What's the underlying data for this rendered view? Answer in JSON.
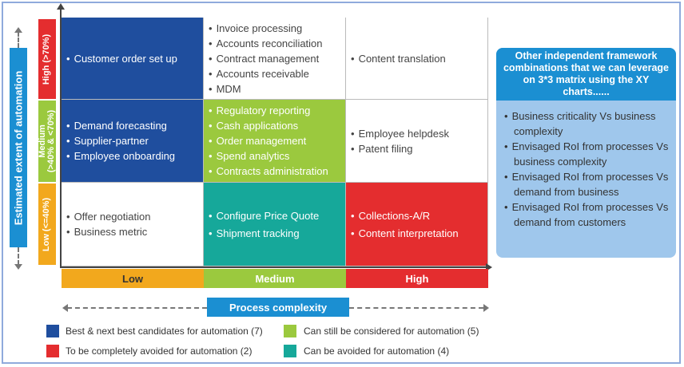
{
  "y_axis": {
    "title": "Estimated extent of automation"
  },
  "x_axis": {
    "title": "Process complexity"
  },
  "rows": [
    {
      "label": "High (>70%)",
      "color": "#e42d2f"
    },
    {
      "label_line1": "Medium",
      "label_line2": "(>40% & <70%)",
      "color": "#9bc93e"
    },
    {
      "label": "Low (<=40%)",
      "color": "#f2a81d"
    }
  ],
  "columns": [
    {
      "label": "Low",
      "color": "#f2a81d"
    },
    {
      "label": "Medium",
      "color": "#9bc93e"
    },
    {
      "label": "High",
      "color": "#e42d2f"
    }
  ],
  "cells": {
    "high_low": [
      "Customer order set up"
    ],
    "high_medium": [
      "Invoice processing",
      "Accounts reconciliation",
      "Contract management",
      "Accounts receivable",
      "MDM"
    ],
    "high_high": [
      "Content translation"
    ],
    "medium_low": [
      "Demand forecasting",
      "Supplier-partner",
      "Employee onboarding"
    ],
    "medium_medium": [
      "Regulatory reporting",
      "Cash applications",
      "Order management",
      "Spend analytics",
      "Contracts administration"
    ],
    "medium_high": [
      "Employee helpdesk",
      "Patent filing"
    ],
    "low_low": [
      "Offer negotiation",
      "Business metric"
    ],
    "low_medium": [
      "Configure Price Quote",
      "Shipment tracking"
    ],
    "low_high": [
      "Collections-A/R",
      "Content interpretation"
    ]
  },
  "legend": [
    {
      "text": "Best & next best candidates for automation (7)",
      "color": "#1f4e9e"
    },
    {
      "text": "Can still be considered for automation (5)",
      "color": "#9bc93e"
    },
    {
      "text": "To be completely avoided for automation (2)",
      "color": "#e42d2f"
    },
    {
      "text": "Can be avoided for automation (4)",
      "color": "#16a89a"
    }
  ],
  "panel": {
    "title": "Other independent framework combinations that we can leverage on 3*3 matrix using the XY charts......",
    "items": [
      "Business criticality Vs business complexity",
      "Envisaged RoI from processes Vs business complexity",
      "Envisaged RoI from processes Vs demand from business",
      "Envisaged RoI from processes Vs demand from customers"
    ]
  }
}
